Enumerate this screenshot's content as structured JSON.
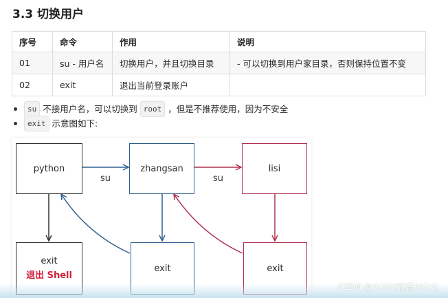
{
  "heading": "3.3 切换用户",
  "table": {
    "headers": [
      "序号",
      "命令",
      "作用",
      "说明"
    ],
    "rows": [
      [
        "01",
        "su - 用户名",
        "切换用户，并且切换目录",
        "- 可以切换到用户家目录，否则保持位置不变"
      ],
      [
        "02",
        "exit",
        "退出当前登录账户",
        ""
      ]
    ]
  },
  "bullets": [
    {
      "code1": "su",
      "text1": "不接用户名，可以切换到",
      "code2": "root",
      "text2": "，但是不推荐使用，因为不安全"
    },
    {
      "code1": "exit",
      "text1": "示意图如下:"
    }
  ],
  "diagram": {
    "nodes": {
      "python": "python",
      "zhangsan": "zhangsan",
      "lisi": "lisi",
      "exit1": "exit",
      "exit1_note": "退出 Shell",
      "exit2": "exit",
      "exit3": "exit"
    },
    "edge_labels": {
      "su1": "su",
      "su2": "su"
    },
    "colors": {
      "black": "#333333",
      "blue": "#2f5f8f",
      "red": "#b03050",
      "exit_shell": "#d0203a"
    }
  },
  "watermark": "CSDN @大川川就是川大大"
}
